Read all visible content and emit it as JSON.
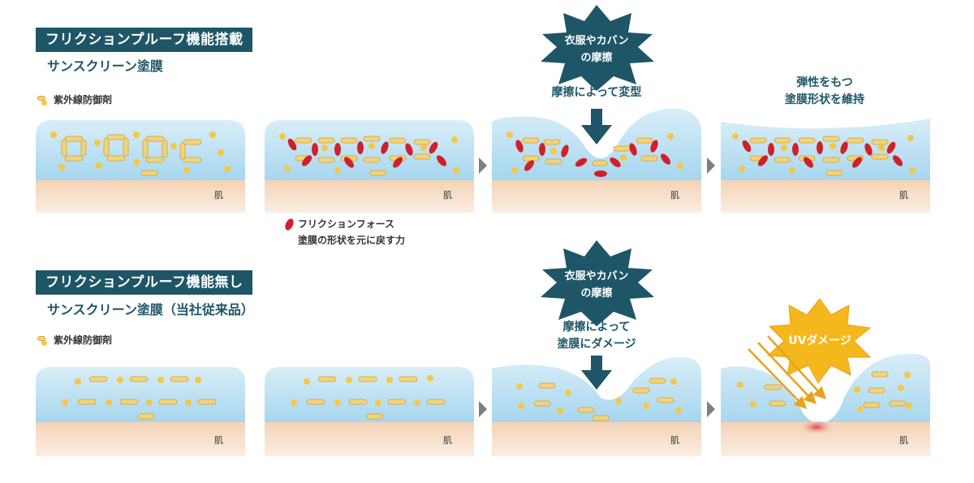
{
  "top": {
    "banner": "フリクションプルーフ機能搭載",
    "subtitle": "サンスクリーン塗膜",
    "legend_uv": "紫外線防御剤",
    "friction_label": "衣服やカバン\nの摩擦",
    "deform_label": "摩擦によって変型",
    "elastic_label": "弾性をもつ\n塗膜形状を維持",
    "force_legend_line1": "フリクションフォース",
    "force_legend_line2": "塗膜の形状を元に戻す力"
  },
  "bottom": {
    "banner": "フリクションプルーフ機能無し",
    "subtitle": "サンスクリーン塗膜（当社従来品）",
    "legend_uv": "紫外線防御剤",
    "friction_label": "衣服やカバン\nの摩擦",
    "damage_label": "摩擦によって\n塗膜にダメージ",
    "uv_damage": "UVダメージ"
  },
  "skin_label": "肌",
  "colors": {
    "banner": "#1e5667",
    "film": "#aad8ee",
    "skin": "#f6dcc4",
    "force": "#d0202a",
    "particle": "#f3d37a",
    "uv_burst": "#f5b81c"
  }
}
